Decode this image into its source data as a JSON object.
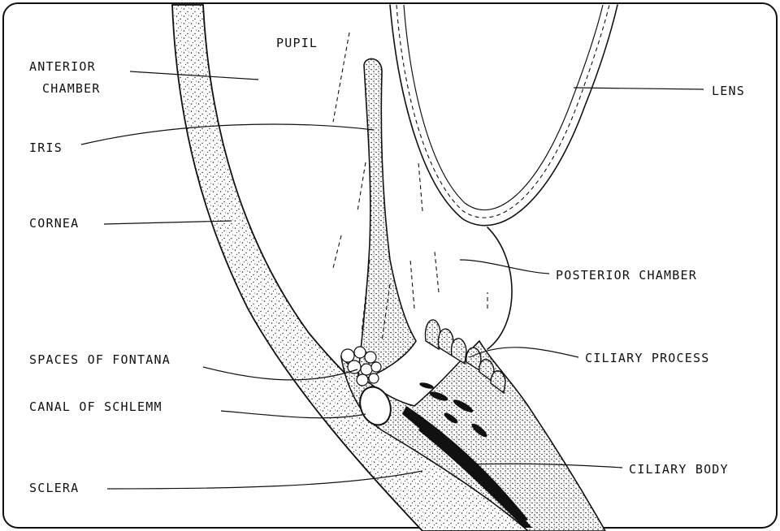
{
  "diagram": {
    "labels": {
      "pupil": "PUPIL",
      "anterior_chamber_line1": "ANTERIOR",
      "anterior_chamber_line2": "CHAMBER",
      "iris": "IRIS",
      "cornea": "CORNEA",
      "spaces_of_fontana": "SPACES OF FONTANA",
      "canal_of_schlemm": "CANAL  OF SCHLEMM",
      "sclera": "SCLERA",
      "lens": "LENS",
      "posterior_chamber": "POSTERIOR CHAMBER",
      "ciliary_process": "CILIARY PROCESS",
      "ciliary_body": "CILIARY BODY"
    }
  }
}
